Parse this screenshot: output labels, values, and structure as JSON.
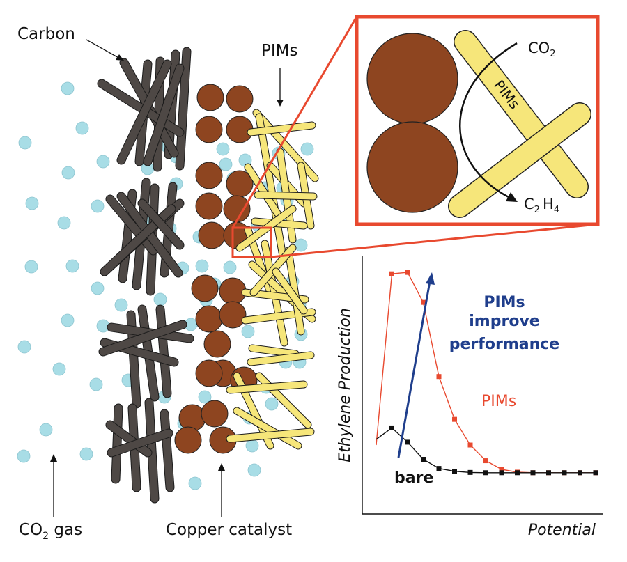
{
  "labels": {
    "carbon": "Carbon",
    "pims_top": "PIMs",
    "co2_gas": "CO",
    "co2_gas_sub": "2",
    "co2_gas_rest": " gas",
    "copper": "Copper catalyst"
  },
  "zoom": {
    "co2": "CO",
    "co2_sub": "2",
    "c2h4_c": "C",
    "c2h4_sub2": "2",
    "c2h4_h": "H",
    "c2h4_sub4": "4",
    "pims_on_rod": "PIMs"
  },
  "chart_data": {
    "type": "line",
    "xlabel": "Potential",
    "ylabel": "Ethylene Production",
    "x": [
      1,
      2,
      3,
      4,
      5,
      6,
      7,
      8,
      9,
      10,
      11,
      12,
      13,
      14,
      15
    ],
    "series": [
      {
        "name": "PIMs",
        "color": "#e8492f",
        "values": [
          1.0,
          7.0,
          7.05,
          6.0,
          3.4,
          1.9,
          1.0,
          0.45,
          0.15,
          0.05,
          0.03,
          0.03,
          0.03,
          0.03,
          0.03
        ]
      },
      {
        "name": "bare",
        "color": "#111111",
        "values": [
          1.2,
          1.6,
          1.1,
          0.5,
          0.18,
          0.08,
          0.04,
          0.03,
          0.03,
          0.03,
          0.03,
          0.03,
          0.03,
          0.03,
          0.03
        ]
      }
    ],
    "arrow_label": [
      "PIMs",
      "improve",
      "performance"
    ]
  },
  "colors": {
    "gas": "#a8dde6",
    "carbon": "#4e4845",
    "copper": "#8e4520",
    "pims": "#f6e67a",
    "highlight": "#e8492f",
    "arrow_blue": "#1f3e8c"
  }
}
